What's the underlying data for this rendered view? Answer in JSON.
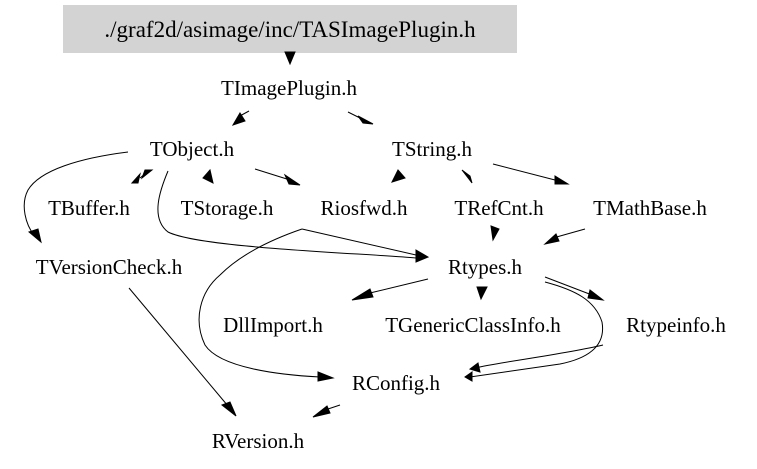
{
  "graph": {
    "title": "Include dependency graph",
    "root": "./graf2d/asimage/inc/TASImagePlugin.h",
    "nodes": {
      "root": "./graf2d/asimage/inc/TASImagePlugin.h",
      "timageplugin": "TImagePlugin.h",
      "tobject": "TObject.h",
      "tstring": "TString.h",
      "tbuffer": "TBuffer.h",
      "tstorage": "TStorage.h",
      "riosfwd": "Riosfwd.h",
      "trefcnt": "TRefCnt.h",
      "tmathbase": "TMathBase.h",
      "tversioncheck": "TVersionCheck.h",
      "rtypes": "Rtypes.h",
      "dllimport": "DllImport.h",
      "tgenericclassinfo": "TGenericClassInfo.h",
      "rtypeinfo": "Rtypeinfo.h",
      "rconfig": "RConfig.h",
      "rversion": "RVersion.h"
    },
    "edges": [
      [
        "root",
        "timageplugin"
      ],
      [
        "timageplugin",
        "tobject"
      ],
      [
        "timageplugin",
        "tstring"
      ],
      [
        "tobject",
        "tbuffer"
      ],
      [
        "tobject",
        "tstorage"
      ],
      [
        "tobject",
        "riosfwd"
      ],
      [
        "tobject",
        "tversioncheck"
      ],
      [
        "tobject",
        "rtypes"
      ],
      [
        "tstring",
        "riosfwd"
      ],
      [
        "tstring",
        "trefcnt"
      ],
      [
        "tstring",
        "tmathbase"
      ],
      [
        "trefcnt",
        "rtypes"
      ],
      [
        "tmathbase",
        "rtypes"
      ],
      [
        "riosfwd",
        "rtypes"
      ],
      [
        "riosfwd",
        "rconfig"
      ],
      [
        "rtypes",
        "dllimport"
      ],
      [
        "rtypes",
        "tgenericclassinfo"
      ],
      [
        "rtypes",
        "rtypeinfo"
      ],
      [
        "rtypes",
        "rconfig"
      ],
      [
        "rtypeinfo",
        "rconfig"
      ],
      [
        "tversioncheck",
        "rversion"
      ],
      [
        "rconfig",
        "rversion"
      ]
    ],
    "colors": {
      "root_fill": "#d3d3d3",
      "edge": "#000000",
      "text": "#000000"
    }
  }
}
